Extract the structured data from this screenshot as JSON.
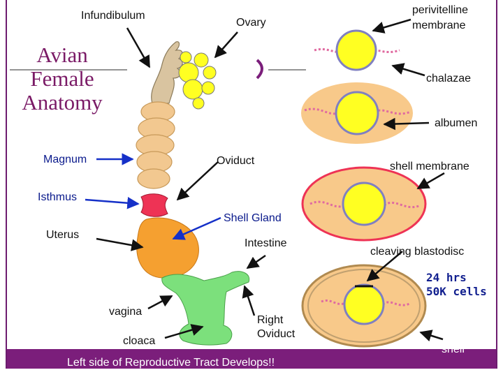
{
  "title": {
    "lines": [
      "Avian",
      "Female",
      "Anatomy"
    ]
  },
  "labels": {
    "infundibulum": "Infundibulum",
    "ovary": "Ovary",
    "magnum": "Magnum",
    "oviduct": "Oviduct",
    "isthmus": "Isthmus",
    "shell_gland": "Shell Gland",
    "uterus": "Uterus",
    "intestine": "Intestine",
    "vagina": "vagina",
    "cloaca": "cloaca",
    "right_oviduct_line1": "Right",
    "right_oviduct_line2": "Oviduct",
    "perivitelline_line1": "perivitelline",
    "perivitelline_line2": "membrane",
    "chalazae": "chalazae",
    "albumen": "albumen",
    "shell_membrane": "shell membrane",
    "cleaving_blastodisc": "cleaving blastodisc",
    "shell": "shell"
  },
  "note": {
    "line1": "24 hrs",
    "line2": "50K cells"
  },
  "footer": {
    "text": "Left side of Reproductive Tract Develops!!"
  },
  "colors": {
    "yolk": "#ffff22",
    "albumen": "#f8c98a",
    "shell_gland": "#ee3355",
    "uterus": "#f5a030",
    "vagina": "#7ce07c",
    "magnum": "#f2c890",
    "infundibulum": "#d9c4a0",
    "accent": "#7b1e7b"
  }
}
